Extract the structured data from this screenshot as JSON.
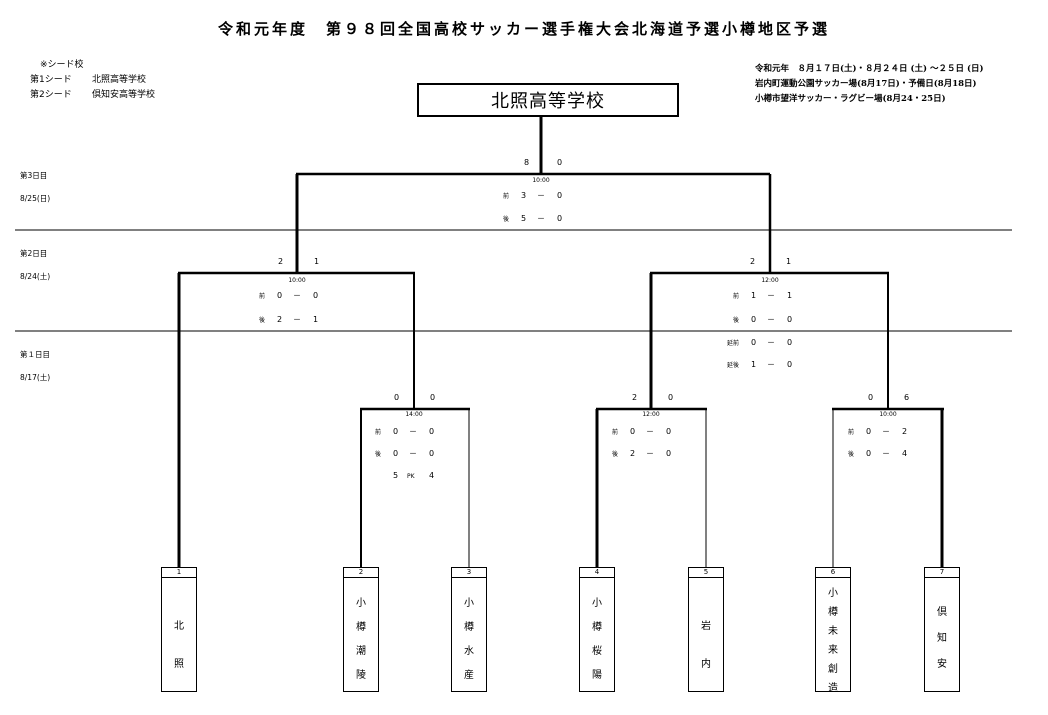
{
  "title": "令和元年度　第９８回全国高校サッカー選手権大会北海道予選小樽地区予選",
  "seeds": {
    "header": "※シード校",
    "items": [
      {
        "label": "第1シード",
        "school": "北照高等学校"
      },
      {
        "label": "第2シード",
        "school": "倶知安高等学校"
      }
    ]
  },
  "info": [
    "令和元年　８月１７日(土)・８月２４日 (土) ～２５日 (日)",
    "岩内町運動公園サッカー場(8月17日)・予備日(8月18日)",
    "小樽市望洋サッカー・ラグビー場(8月24・25日)"
  ],
  "winner": "北照高等学校",
  "days": [
    {
      "name": "第3日目",
      "date": "8/25(日)"
    },
    {
      "name": "第2日目",
      "date": "8/24(土)"
    },
    {
      "name": "第１日目",
      "date": "8/17(土)"
    }
  ],
  "matches": {
    "final": {
      "score_left": "8",
      "score_right": "0",
      "time": "10:00",
      "periods": [
        {
          "label": "前",
          "left": "3",
          "right": "0"
        },
        {
          "label": "後",
          "left": "5",
          "right": "0"
        }
      ]
    },
    "sf_left": {
      "score_left": "2",
      "score_right": "1",
      "time": "10:00",
      "periods": [
        {
          "label": "前",
          "left": "0",
          "right": "0"
        },
        {
          "label": "後",
          "left": "2",
          "right": "1"
        }
      ]
    },
    "sf_right": {
      "score_left": "2",
      "score_right": "1",
      "time": "12:00",
      "periods": [
        {
          "label": "前",
          "left": "1",
          "right": "1"
        },
        {
          "label": "後",
          "left": "0",
          "right": "0"
        },
        {
          "label": "延前",
          "left": "0",
          "right": "0"
        },
        {
          "label": "延後",
          "left": "1",
          "right": "0"
        }
      ]
    },
    "r1_a": {
      "score_left": "0",
      "score_right": "0",
      "time": "14:00",
      "periods": [
        {
          "label": "前",
          "left": "0",
          "right": "0"
        },
        {
          "label": "後",
          "left": "0",
          "right": "0"
        }
      ],
      "pk": {
        "label": "PK",
        "left": "5",
        "right": "4"
      }
    },
    "r1_b": {
      "score_left": "2",
      "score_right": "0",
      "time": "12:00",
      "periods": [
        {
          "label": "前",
          "left": "0",
          "right": "0"
        },
        {
          "label": "後",
          "left": "2",
          "right": "0"
        }
      ]
    },
    "r1_c": {
      "score_left": "0",
      "score_right": "6",
      "time": "10:00",
      "periods": [
        {
          "label": "前",
          "left": "0",
          "right": "2"
        },
        {
          "label": "後",
          "left": "0",
          "right": "4"
        }
      ]
    }
  },
  "teams": [
    {
      "num": "1",
      "name": "北照"
    },
    {
      "num": "2",
      "name": "小樽潮陵"
    },
    {
      "num": "3",
      "name": "小樽水産"
    },
    {
      "num": "4",
      "name": "小樽桜陽"
    },
    {
      "num": "5",
      "name": "岩内"
    },
    {
      "num": "6",
      "name": "小樽未来創造"
    },
    {
      "num": "7",
      "name": "倶知安"
    }
  ]
}
